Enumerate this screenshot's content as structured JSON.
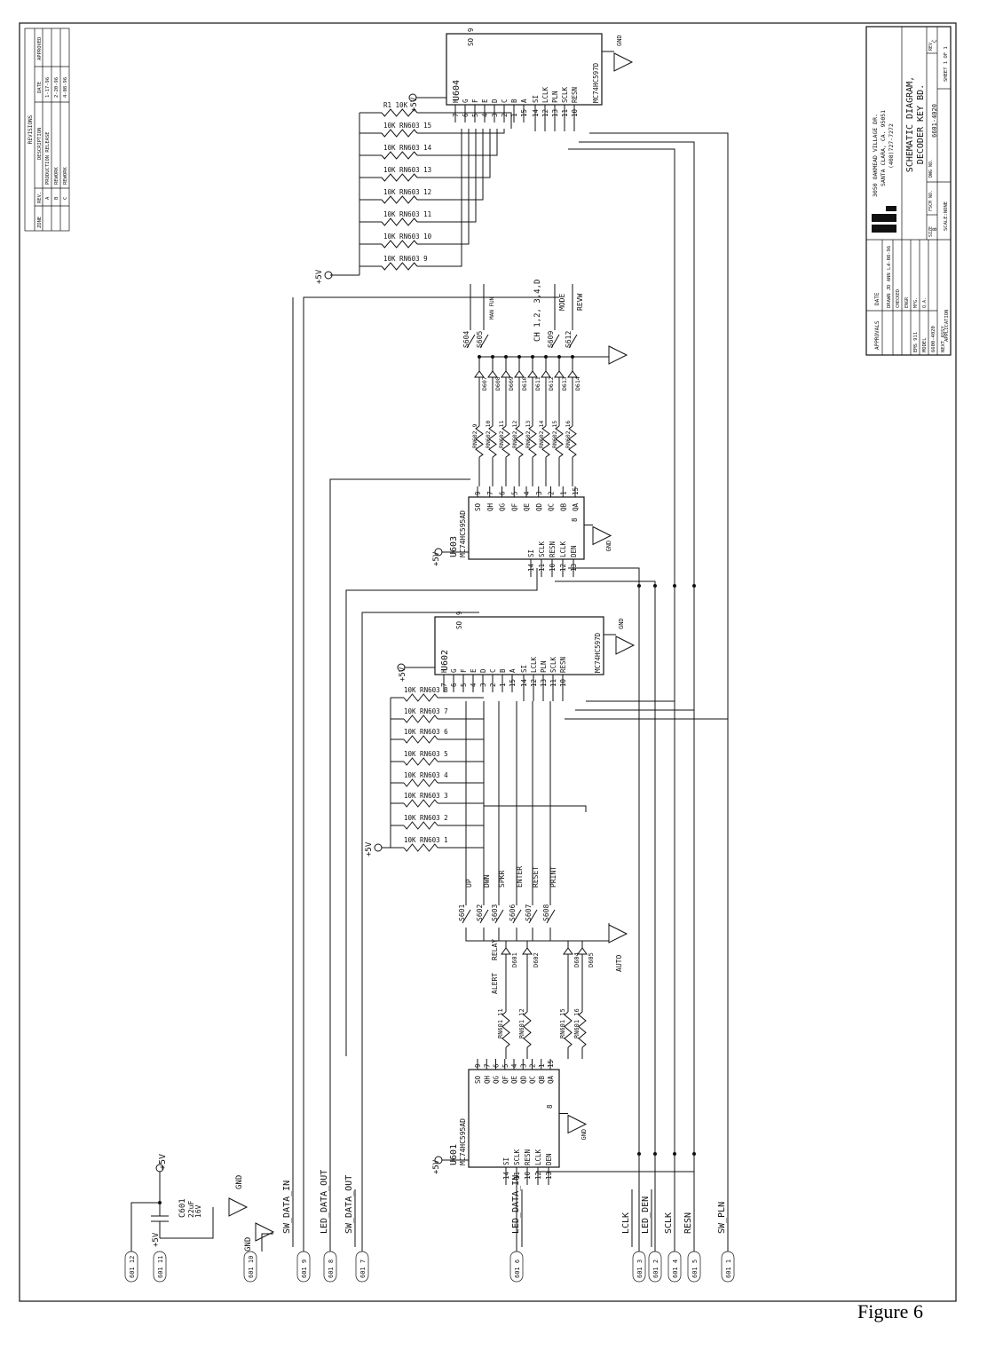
{
  "figure_label": "Figure 6",
  "title_block": {
    "company_address": [
      "3050 OAKMEAD VILLAGE DR.",
      "SANTA CLARA, CA. 95051",
      "(408)727-7272"
    ],
    "title_lines": [
      "SCHEMATIC DIAGRAM,",
      "DECODER KEY BD."
    ],
    "size_label": "SIZE",
    "size": "B",
    "fscm_label": "FSCM NO.",
    "dwg_label": "DWG NO.",
    "dwg_no": "6601-4020",
    "rev_label": "REV.",
    "rev": "C",
    "scale": "SCALE:NONE",
    "sheet": "SHEET 1 OF 1",
    "approvals_header": [
      "APPROVALS",
      "DATE"
    ],
    "approval_rows": [
      [
        "DRAWN JD ANN L.",
        "4-08-96"
      ],
      [
        "CHECKED",
        ""
      ],
      [
        "ENGR",
        ""
      ],
      [
        "MFG.",
        ""
      ],
      [
        "Q.A.",
        ""
      ]
    ],
    "application_rows": [
      [
        "EMS 911",
        "6600-4020"
      ],
      [
        "MODEL",
        "NEXT ASSY"
      ]
    ],
    "application_label": "APPLICATION"
  },
  "revisions": {
    "title": "REVISIONS",
    "headers": [
      "ZONE",
      "REV.",
      "DESCRIPTION",
      "DATE",
      "APPROVED"
    ],
    "rows": [
      [
        "",
        "A",
        "PRODUCTION RELEASE",
        "1-17-96",
        ""
      ],
      [
        "",
        "B",
        "REWORK",
        "2-20-96",
        ""
      ],
      [
        "",
        "C",
        "REWORK",
        "4-08-96",
        ""
      ]
    ]
  },
  "connector": {
    "pins": [
      "601 12",
      "601 11",
      "601 10",
      "601 9",
      "601 8",
      "601 7",
      "601 6",
      "601 3",
      "601 2",
      "601 4",
      "601 5",
      "601 1"
    ],
    "nets": [
      "+5V",
      "GND",
      "SW_DATA_IN",
      "LED_DATA_OUT",
      "SW_DATA_OUT",
      "LED_DATA_IN",
      "LCLK",
      "LED_DEN",
      "SCLK",
      "RESN",
      "SW_PLN"
    ]
  },
  "capacitor": {
    "ref": "C601",
    "value": "22uF",
    "voltage": "16V"
  },
  "power_labels": {
    "plus5": "+5V",
    "gnd": "GND"
  },
  "ics": {
    "u601": {
      "ref": "U601",
      "part": "MC74HC595AD"
    },
    "u602": {
      "ref": "U602",
      "part": "MC74HC597D"
    },
    "u603": {
      "ref": "U603",
      "part": "MC74HC595AD"
    },
    "u604": {
      "ref": "U604",
      "part": "MC74HC597D"
    }
  },
  "pins_595": {
    "right": [
      "SO",
      "QH",
      "QG",
      "QF",
      "QE",
      "QD",
      "QC",
      "QB",
      "QA"
    ],
    "right_num": [
      "9",
      "7",
      "6",
      "5",
      "4",
      "3",
      "2",
      "1",
      "15"
    ],
    "left": [
      "SI",
      "SCLK",
      "RESN",
      "LCLK",
      "DEN"
    ],
    "left_num": [
      "14",
      "11",
      "10",
      "12",
      "13"
    ]
  },
  "pins_597": {
    "top": [
      "H",
      "G",
      "F",
      "E",
      "D",
      "C",
      "B",
      "A"
    ],
    "top_num": [
      "7",
      "6",
      "5",
      "4",
      "3",
      "2",
      "1",
      "15"
    ],
    "side": [
      "SI",
      "LCLK",
      "PLN",
      "SCLK",
      "RESN"
    ],
    "side_num": [
      "14",
      "12",
      "13",
      "11",
      "10"
    ]
  },
  "u601_leds": {
    "resistors": [
      "RN601 11",
      "RN601 12",
      "RN601 15",
      "RN601 16"
    ],
    "leds": [
      "D601",
      "D602",
      "D604",
      "D605"
    ],
    "labels": [
      "ALERT",
      "RELAY",
      "AUTO"
    ]
  },
  "u602_switches": {
    "switches": [
      "S601",
      "S602",
      "S603",
      "S606",
      "S607",
      "S608"
    ],
    "functions": [
      "UP",
      "DWN",
      "SPKR",
      "ENTER",
      "RESET",
      "PRINT"
    ],
    "pullups": [
      "10K RN603 1",
      "10K RN603 2",
      "10K RN603 3",
      "10K RN603 4",
      "10K RN603 5",
      "10K RN603 6",
      "10K RN603 7",
      "10K RN603 8"
    ]
  },
  "u603_leds": {
    "resistors": [
      "RN602 9",
      "RN602 10",
      "RN602 11",
      "RN602 12",
      "RN602 13",
      "RN602 14",
      "RN602 15",
      "RN602 16"
    ],
    "leds": [
      "D607",
      "D608",
      "D609",
      "D610",
      "D611",
      "D612",
      "D613",
      "D614"
    ],
    "group_label": "CH 1,2, 3,4,D"
  },
  "u604_switches": {
    "switches": [
      "S604",
      "S605",
      "S609",
      "S612"
    ],
    "functions": [
      "MAN FUN",
      "MODE",
      "REVW"
    ],
    "pullups": [
      "10K RN603 9",
      "10K RN603 10",
      "10K RN603 11",
      "10K RN603 12",
      "10K RN603 13",
      "10K RN603 14",
      "10K RN603 15",
      "R1 10K"
    ]
  }
}
